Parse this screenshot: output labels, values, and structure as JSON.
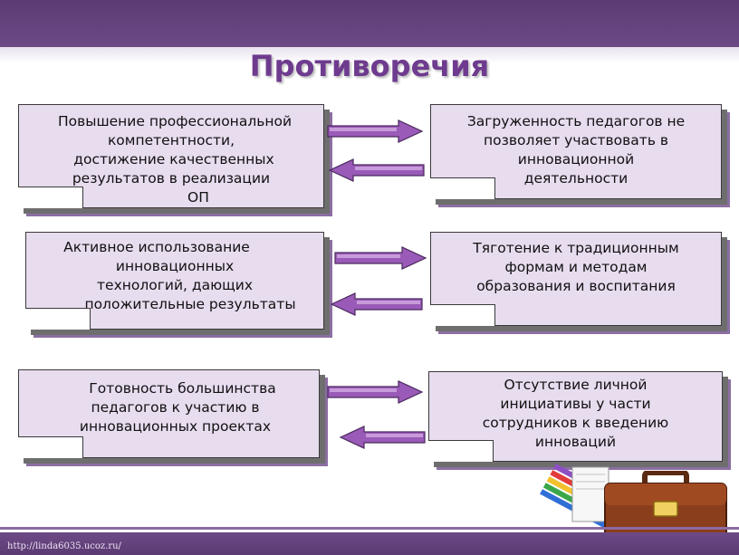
{
  "title": "Противоречия",
  "footer": {
    "url": "http://linda6035.ucoz.ru/"
  },
  "rows": [
    {
      "left_lines": [
        "Повышение профессиональной",
        "компетентности,",
        "достижение качественных",
        "результатов в реализации",
        "ОП"
      ],
      "right_lines": [
        "Загруженность педагогов не",
        "позволяет участвовать в",
        "инновационной",
        "деятельности"
      ]
    },
    {
      "left_lines": [
        "Активное использование",
        "инновационных",
        "технологий, дающих",
        "положительные результаты"
      ],
      "right_lines": [
        "Тяготение к традиционным",
        "формам и методам",
        "образования и воспитания"
      ]
    },
    {
      "left_lines": [
        "Готовность большинства",
        "педагогов к участию в",
        "инновационных проектах"
      ],
      "right_lines": [
        "Отсутствие личной",
        "инициативы у  части",
        "сотрудников к введению",
        "инноваций"
      ]
    }
  ],
  "decor_icons": [
    "briefcase-icon",
    "pencils-icon"
  ],
  "colors": {
    "accent": "#6e3b8f",
    "card": "#e8dcef",
    "arrow": "#9a5ab8"
  }
}
